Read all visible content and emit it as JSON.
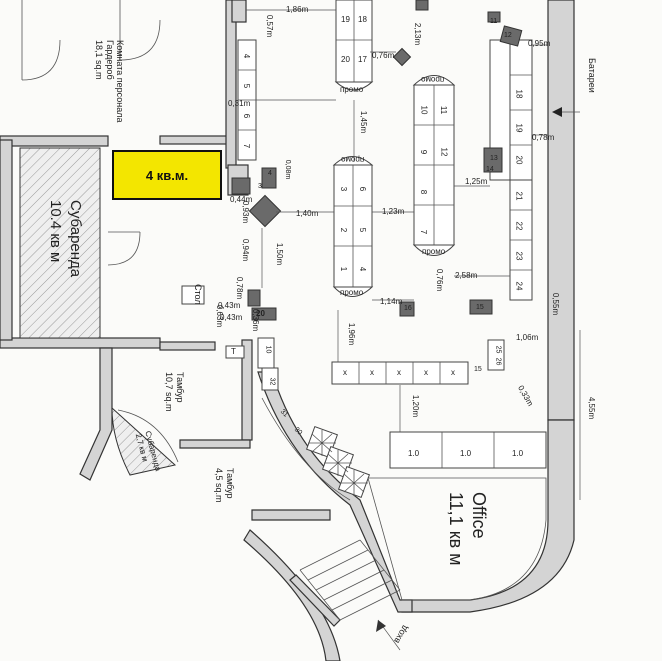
{
  "highlight": {
    "label": "4 кв.м.",
    "color": "#f3e600"
  },
  "rooms": {
    "staff_room": {
      "name": "Комната персонала",
      "sub": "Гардероб",
      "area": "18,1 sq.m"
    },
    "sublease_left": {
      "name": "Субаренда",
      "area": "10.4 кв м"
    },
    "tambur_1": {
      "name": "Тамбур",
      "area": "10,7 sq.m"
    },
    "sublease_small": {
      "name": "Субаренда",
      "area": "2,7 кв м"
    },
    "tambur_2": {
      "name": "Тамбур",
      "area": "4,5 sq.m"
    },
    "office": {
      "name": "Office",
      "area": "11,1 кв м"
    }
  },
  "labels": {
    "battery": "Батареи",
    "entrance": "вход",
    "stol": "Стол",
    "promo": "промо",
    "t": "T"
  },
  "dimensions": [
    "1,86m",
    "0,57m",
    "0,31m",
    "0,76m",
    "2,13m",
    "0,95m",
    "0,78m",
    "1,45m",
    "0,08m",
    "0,44m",
    "0,93m",
    "1,40m",
    "1,23m",
    "1,25m",
    "0,94m",
    "1,50m",
    "2,58m",
    "0,76m",
    "1,14m",
    "0,78m",
    "0,43m",
    "0,43m",
    "0,63m",
    "0,36m",
    "1,96m",
    "0,55m",
    "1,06m",
    "0,33m",
    "1,20m",
    "4,55m"
  ],
  "left_island": [
    "1",
    "2",
    "3",
    "4",
    "5",
    "6"
  ],
  "right_island": [
    "7",
    "8",
    "9",
    "10",
    "11",
    "12"
  ],
  "top_island": [
    "19",
    "20",
    "18",
    "17"
  ],
  "wall_rack_right": [
    "18",
    "19",
    "20",
    "21",
    "22",
    "23",
    "24"
  ],
  "wall_rack_left": [
    "4",
    "5",
    "6",
    "7"
  ],
  "counter": {
    "cells": [
      "x",
      "x",
      "x",
      "x",
      "x"
    ],
    "label": "15"
  },
  "bottom_table": [
    "1.0",
    "1.0",
    "1.0"
  ],
  "misc_numbers": [
    "3",
    "4",
    "13",
    "14",
    "15",
    "16",
    "20",
    "21",
    "22",
    "25",
    "26",
    "27",
    "28",
    "29",
    "30",
    "31",
    "32",
    "10",
    "11",
    "12"
  ]
}
